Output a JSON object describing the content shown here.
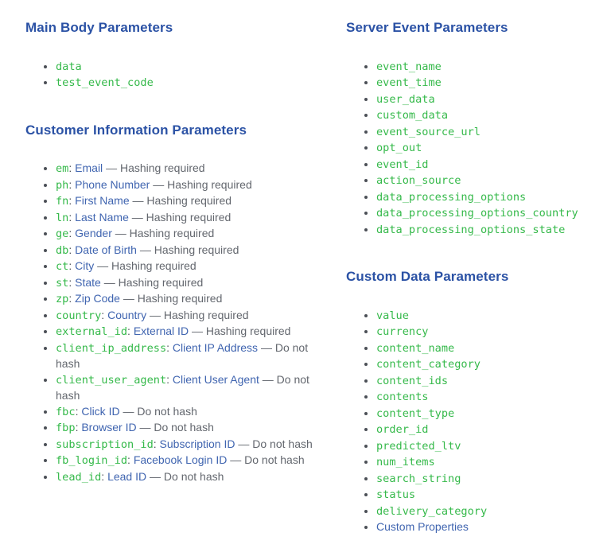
{
  "format": {
    "colon": ":"
  },
  "colors": {
    "heading": "#2b52a5",
    "code_green": "#35b94a",
    "link_blue": "#4065b0",
    "note_gray": "#63676e"
  },
  "sections": [
    {
      "id": "main-body-parameters",
      "column": "left",
      "title": "Main Body Parameters",
      "items": [
        {
          "code": "data"
        },
        {
          "code": "test_event_code"
        }
      ]
    },
    {
      "id": "customer-information-parameters",
      "column": "left",
      "title": "Customer Information Parameters",
      "items": [
        {
          "code": "em",
          "link": "Email",
          "note": "— Hashing required"
        },
        {
          "code": "ph",
          "link": "Phone Number",
          "note": "— Hashing required"
        },
        {
          "code": "fn",
          "link": "First Name",
          "note": "— Hashing required"
        },
        {
          "code": "ln",
          "link": "Last Name",
          "note": "— Hashing required"
        },
        {
          "code": "ge",
          "link": "Gender",
          "note": "— Hashing required"
        },
        {
          "code": "db",
          "link": "Date of Birth",
          "note": "— Hashing required"
        },
        {
          "code": "ct",
          "link": "City",
          "note": "— Hashing required"
        },
        {
          "code": "st",
          "link": "State",
          "note": "— Hashing required"
        },
        {
          "code": "zp",
          "link": "Zip Code",
          "note": "— Hashing required"
        },
        {
          "code": "country",
          "link": "Country",
          "note": "— Hashing required"
        },
        {
          "code": "external_id",
          "link": "External ID",
          "note": "— Hashing required"
        },
        {
          "code": "client_ip_address",
          "link": "Client IP Address",
          "note": "— Do not hash"
        },
        {
          "code": "client_user_agent",
          "link": "Client User Agent",
          "note": "— Do not hash"
        },
        {
          "code": "fbc",
          "link": "Click ID",
          "note": "— Do not hash"
        },
        {
          "code": "fbp",
          "link": "Browser ID",
          "note": "— Do not hash"
        },
        {
          "code": "subscription_id",
          "link": "Subscription ID",
          "note": "— Do not hash"
        },
        {
          "code": "fb_login_id",
          "link": "Facebook Login ID",
          "note": "— Do not hash"
        },
        {
          "code": "lead_id",
          "link": "Lead ID",
          "note": "— Do not hash"
        }
      ]
    },
    {
      "id": "server-event-parameters",
      "column": "right",
      "title": "Server Event Parameters",
      "items": [
        {
          "code": "event_name"
        },
        {
          "code": "event_time"
        },
        {
          "code": "user_data"
        },
        {
          "code": "custom_data"
        },
        {
          "code": "event_source_url"
        },
        {
          "code": "opt_out"
        },
        {
          "code": "event_id"
        },
        {
          "code": "action_source"
        },
        {
          "code": "data_processing_options"
        },
        {
          "code": "data_processing_options_country"
        },
        {
          "code": "data_processing_options_state"
        }
      ]
    },
    {
      "id": "custom-data-parameters",
      "column": "right",
      "title": "Custom Data Parameters",
      "items": [
        {
          "code": "value"
        },
        {
          "code": "currency"
        },
        {
          "code": "content_name"
        },
        {
          "code": "content_category"
        },
        {
          "code": "content_ids"
        },
        {
          "code": "contents"
        },
        {
          "code": "content_type"
        },
        {
          "code": "order_id"
        },
        {
          "code": "predicted_ltv"
        },
        {
          "code": "num_items"
        },
        {
          "code": "search_string"
        },
        {
          "code": "status"
        },
        {
          "code": "delivery_category"
        },
        {
          "link": "Custom Properties"
        }
      ]
    }
  ]
}
